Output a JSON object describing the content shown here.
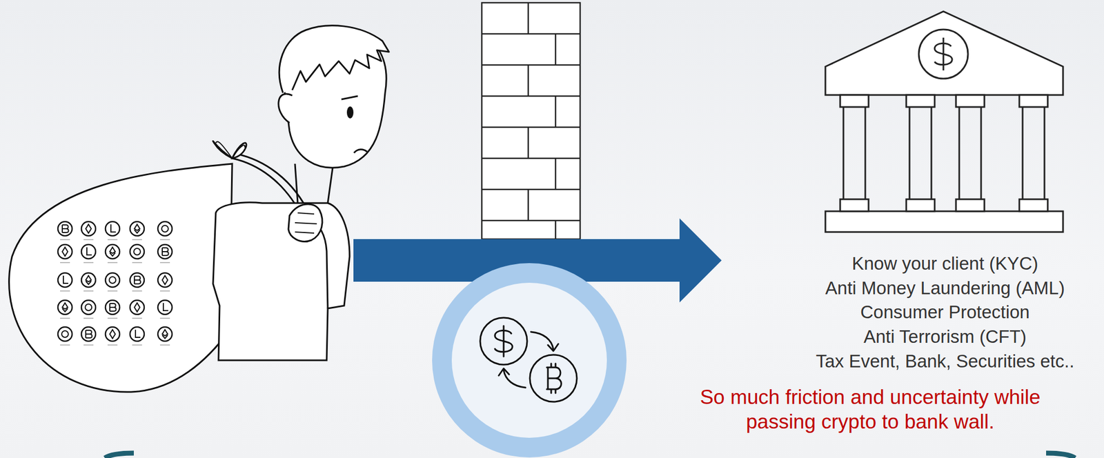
{
  "diagram": {
    "nodes": [
      {
        "text": [
          "Know your client (KYC)",
          "Anti Money Laundering (AML)",
          "Consumer Protection",
          "Anti Terrorism (CFT)",
          "Tax Event, Bank, Securities etc.."
        ]
      }
    ],
    "labels": [
      "So much friction and uncertainty while passing crypto to bank wall."
    ]
  }
}
